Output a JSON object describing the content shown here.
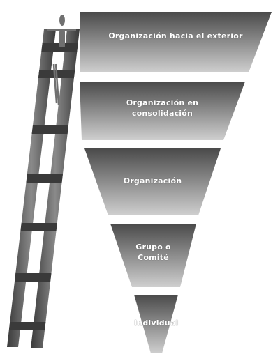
{
  "levels": [
    {
      "id": "level-organizacion-exterior",
      "lines": [
        "Organización hacia el exterior"
      ]
    },
    {
      "id": "level-organizacion-consolidacion",
      "lines": [
        "Organización en",
        "consolidación"
      ]
    },
    {
      "id": "level-organizacion",
      "lines": [
        "Organización"
      ]
    },
    {
      "id": "level-grupo-comite",
      "lines": [
        "Grupo o",
        "Comité"
      ]
    },
    {
      "id": "level-individual",
      "lines": [
        "Individual"
      ]
    }
  ],
  "colors": {
    "band_dark": "#4a4a4a",
    "band_light": "#cfcfcf",
    "separator": "#f2f2f2",
    "ladder_dark": "#3a3a3a",
    "ladder_light": "#8a8a8a",
    "figure": "#707070"
  },
  "icons": {
    "ladder": "ladder-icon",
    "person": "person-climbing-icon"
  }
}
